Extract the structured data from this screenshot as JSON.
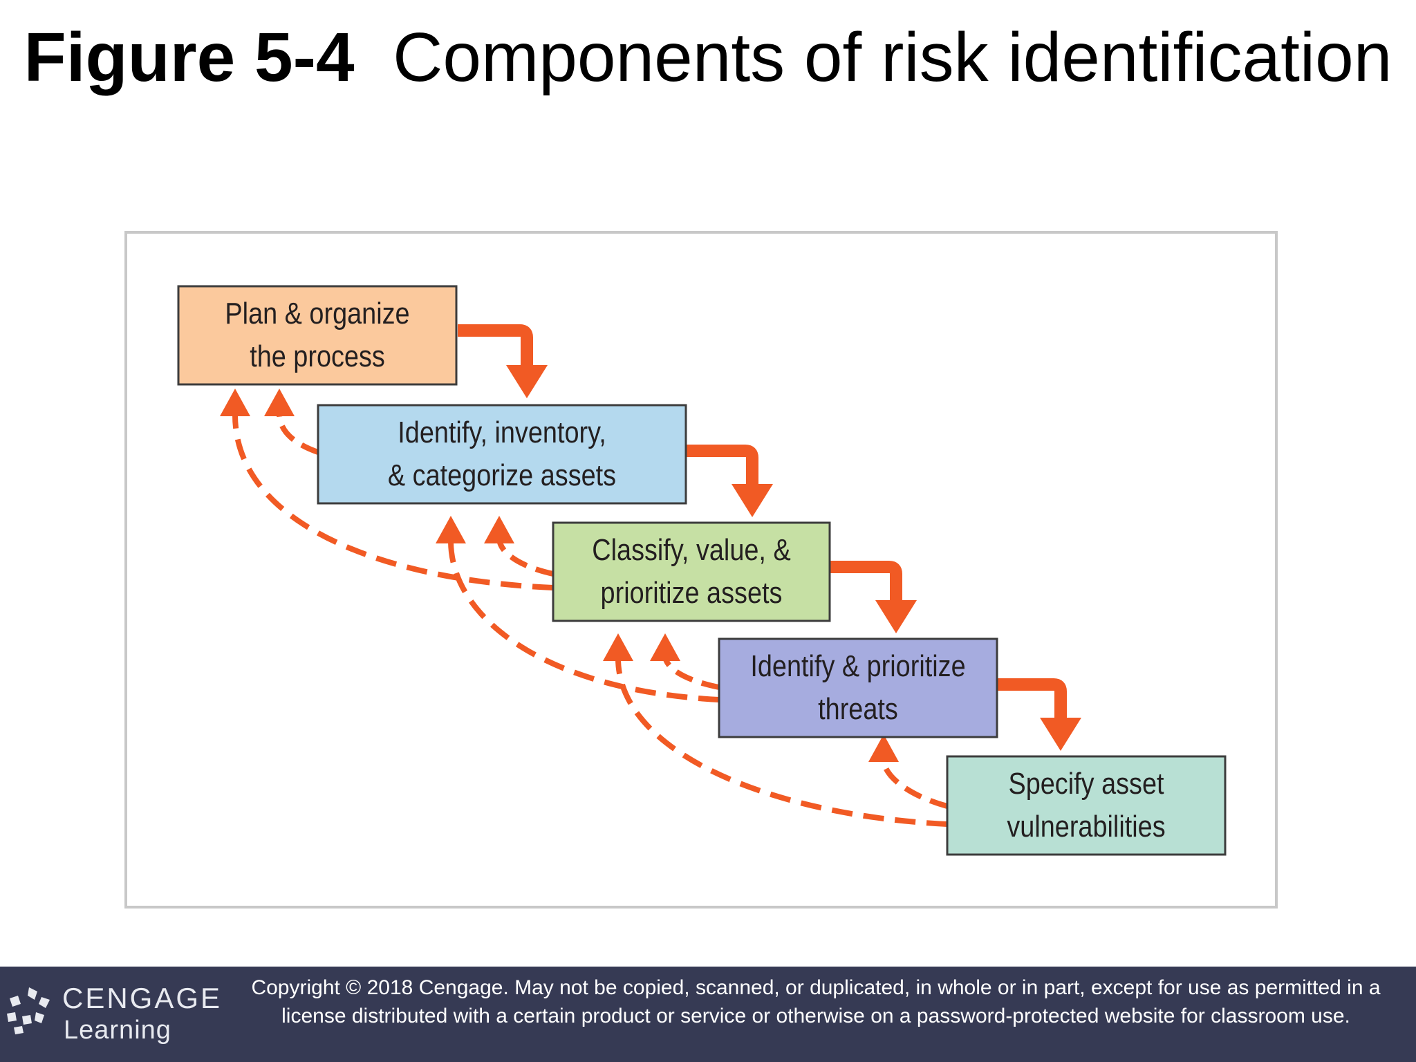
{
  "title": {
    "figure_number": "Figure 5-4",
    "text": "Components of risk identification"
  },
  "diagram": {
    "colors": {
      "arrow": "#f15a24",
      "box_border": "#3c3c3c",
      "plan_fill": "#fbc99d",
      "identify_fill": "#b4d9ee",
      "classify_fill": "#c6e0a4",
      "threats_fill": "#a6acdf",
      "vuln_fill": "#b8e0d4"
    },
    "steps": [
      {
        "id": "plan",
        "label": "Plan & organize\nthe process"
      },
      {
        "id": "identify-assets",
        "label": "Identify, inventory,\n& categorize assets"
      },
      {
        "id": "classify",
        "label": "Classify, value, &\nprioritize assets"
      },
      {
        "id": "threats",
        "label": "Identify & prioritize\nthreats"
      },
      {
        "id": "vulnerabilities",
        "label": "Specify asset\nvulnerabilities"
      }
    ]
  },
  "footer": {
    "logo_name": "CENGAGE",
    "logo_sub": "Learning",
    "copyright": "Copyright © 2018 Cengage. May not be copied, scanned, or duplicated, in whole or in part, except for use as permitted in a license distributed with a certain product or service or otherwise on a password-protected website for classroom use.",
    "background": "#363a54"
  }
}
